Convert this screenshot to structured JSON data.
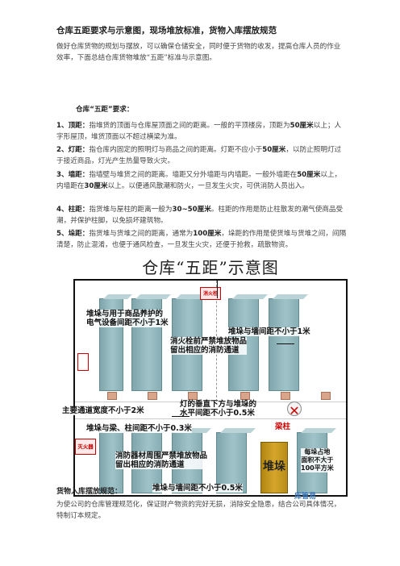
{
  "doc": {
    "title": "仓库五距要求与示意图，现场堆放标准，货物入库摆放规范",
    "intro": "做好仓库货物的规划与摆放，可以确保仓储安全，同时便于货物的收发，提高仓库人员的作业效率，下面总结仓库货物堆放“五距”标准与示意图。",
    "intro_kw": [
      "仓库",
      "仓储"
    ],
    "section_title": "仓库“五距”要求：",
    "items": [
      {
        "head": "1、顶距：",
        "text": "指堆货的顶面与仓库屋顶面之间的距离。一般的平顶楼房，顶距为",
        "strong": "50厘米",
        "tail": "以上；人字形屋顶，堆货顶面以不超过横梁为准。"
      },
      {
        "head": "2、灯距：",
        "text": "指仓库内固定的照明灯与商品之间的距离。灯距不应小于",
        "strong": "50厘米",
        "tail": "，以防止照明灯过于接近商品，灯光产生热量导致火灾。"
      },
      {
        "head": "3、墙距：",
        "text": "指墙壁与堆货之间的距离。墙距又分外墙距与内墙距。一般外墙距在",
        "strong": "50厘米",
        "tail": "以上，内墙距在",
        "strong2": "30厘米",
        "tail2": "以上。以便通风散潮和防火，一旦发生火灾，可供消防人员出入。"
      },
      {
        "head": "4、柱距：",
        "text": "指货堆与屋柱的距离一般为",
        "strong": "30~50厘米",
        "tail": "。柱距的作用是防止柱散发的潮气使商品受潮，并保护柱脚，以免损坏建筑物。"
      },
      {
        "head": "5、垛距：",
        "text": "指货堆与货堆之间的距离，通常为",
        "strong": "100厘米",
        "tail": "，垛距的作用是使货堆与货堆之间，间隔清楚，防止混淆，也便于通风检查，一旦发生火灾，还便于抢救，疏散物资。"
      }
    ],
    "dashes": "— — —",
    "section2_title": "货物入库摆放规范：",
    "section2_text": "为使公司的仓库管理规范化，保证财产物资的完好无损，消除安全隐患，结合公司具体情况，特制订本规定。"
  },
  "diagram": {
    "title": "仓库“五距”示意图",
    "labels": {
      "elec": "堆垛与用于商品养护的\n电气设备间距不小于1米",
      "hydrant": "消火栓",
      "hydrant_zone": "消火栓前严禁堆放物品\n留出相应的消防通道",
      "wall_right": "堆垛与墙间距不小于1米",
      "main_road": "主要通道宽度不小于2米",
      "lamp": "灯的垂直下方与堆垛的\n水平间距不小于0.5米",
      "beam": "堆垛与梁、柱间距不小于0.3米",
      "extinguisher": "灭火器",
      "ext_zone": "消防器材周围严禁堆放物品\n留出相应的消防通道",
      "stack": "堆垛",
      "area": "每垛占地\n面积不大于\n100平方米",
      "wall_bottom": "堆垛与墙间距不小于0.5米",
      "pillar_tag": "梁柱",
      "watermark": "库管易"
    },
    "colors": {
      "stack": "#8fb6bb",
      "gold": "#c99a1e",
      "alert": "#cc0000"
    }
  }
}
